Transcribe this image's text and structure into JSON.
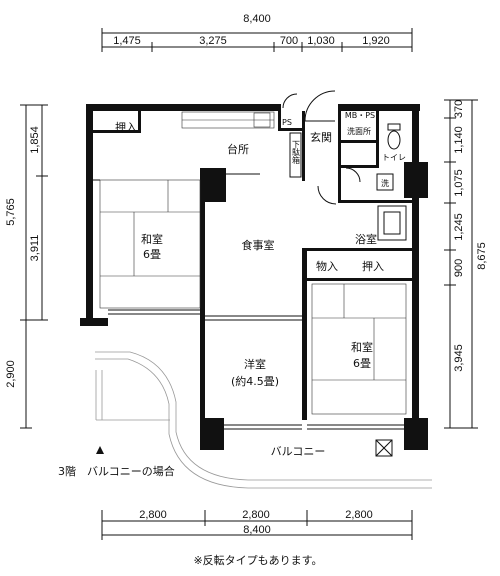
{
  "dimensions": {
    "top_total": "8,400",
    "top_segments": [
      "1,475",
      "3,275",
      "700",
      "1,030",
      "1,920"
    ],
    "bottom_segments": [
      "2,800",
      "2,800",
      "2,800"
    ],
    "bottom_total": "8,400",
    "left_outer": [
      "5,765",
      "2,900"
    ],
    "left_inner": [
      "1,854",
      "3,911"
    ],
    "right_inner": [
      "370",
      "1,140",
      "1,075",
      "1,245",
      "900",
      "3,945"
    ],
    "right_total": "8,675"
  },
  "rooms": {
    "oshiire_top": "押入",
    "kitchen": "台所",
    "ps1": "PS",
    "shoes": "下駄箱",
    "genkan": "玄関",
    "mbps": "MB・PS",
    "senmen": "洗面所",
    "toilet": "トイレ",
    "washer": "洗",
    "washitsu_l_1": "和室",
    "washitsu_l_2": "6畳",
    "dining": "食事室",
    "bath": "浴室",
    "monoire": "物入",
    "oshiire_r": "押入",
    "yoshitsu_1": "洋室",
    "yoshitsu_2": "(約4.5畳)",
    "washitsu_r_1": "和室",
    "washitsu_r_2": "6畳",
    "balcony": "バルコニー"
  },
  "notes": {
    "floor_note": "3階　バルコニーの場合",
    "reverse_note": "※反転タイプもあります。"
  }
}
